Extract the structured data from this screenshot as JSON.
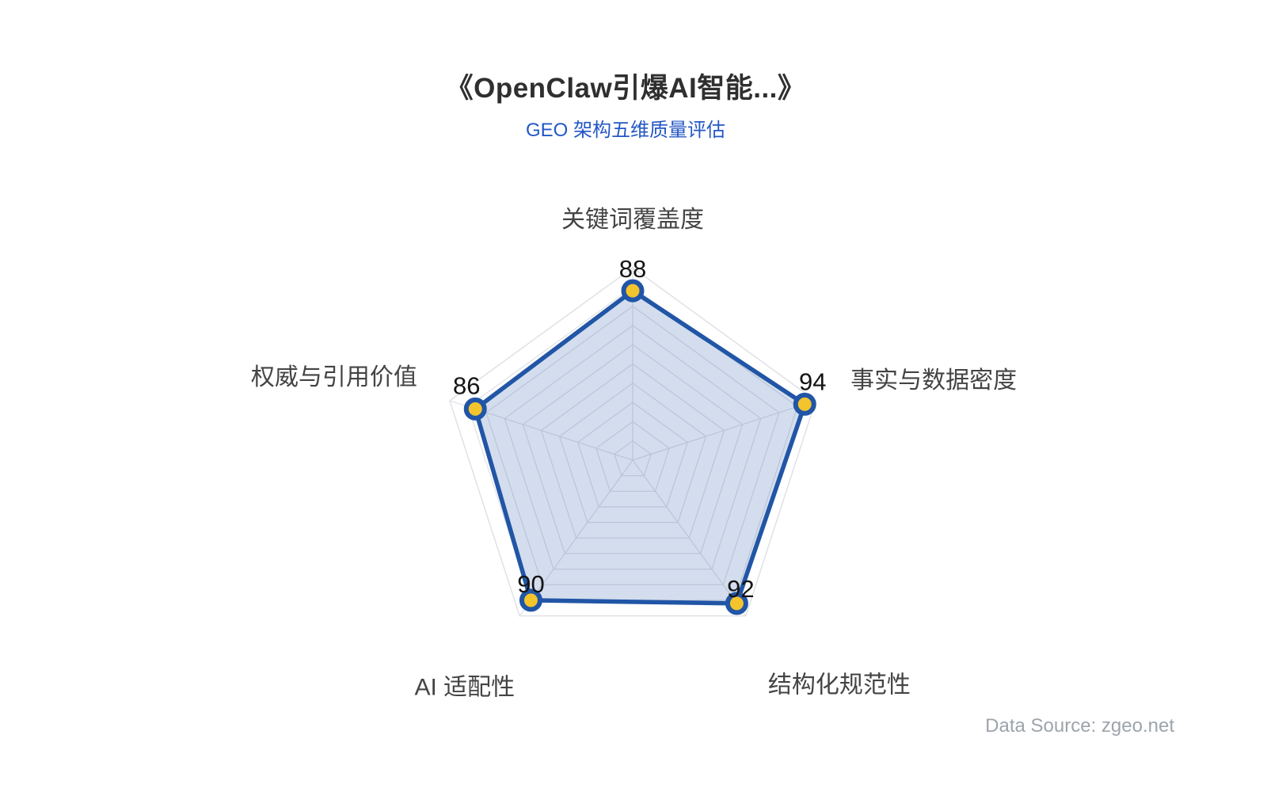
{
  "header": {
    "title": "《OpenClaw引爆AI智能...》",
    "subtitle": "GEO 架构五维质量评估"
  },
  "chart_data": {
    "type": "radar",
    "title": "《OpenClaw引爆AI智能...》",
    "subtitle": "GEO 架构五维质量评估",
    "indicators": [
      "关键词覆盖度",
      "事实与数据密度",
      "结构化规范性",
      "AI 适配性",
      "权威与引用价值"
    ],
    "values": [
      88,
      94,
      92,
      90,
      86
    ],
    "range": [
      0,
      100
    ],
    "rings": 10,
    "grid": "on",
    "legend_position": "none",
    "colors": {
      "line": "#2155a6",
      "fill": "rgba(33,85,166,0.20)",
      "point_fill": "#f3c42c",
      "point_border": "#2155a6",
      "grid_line": "#dfe1e6",
      "value_label": "#141414",
      "axis_name": "#444444",
      "subtitle": "#2457c5",
      "source": "#9ea4ac"
    }
  },
  "footer": {
    "source": "Data Source: zgeo.net"
  }
}
